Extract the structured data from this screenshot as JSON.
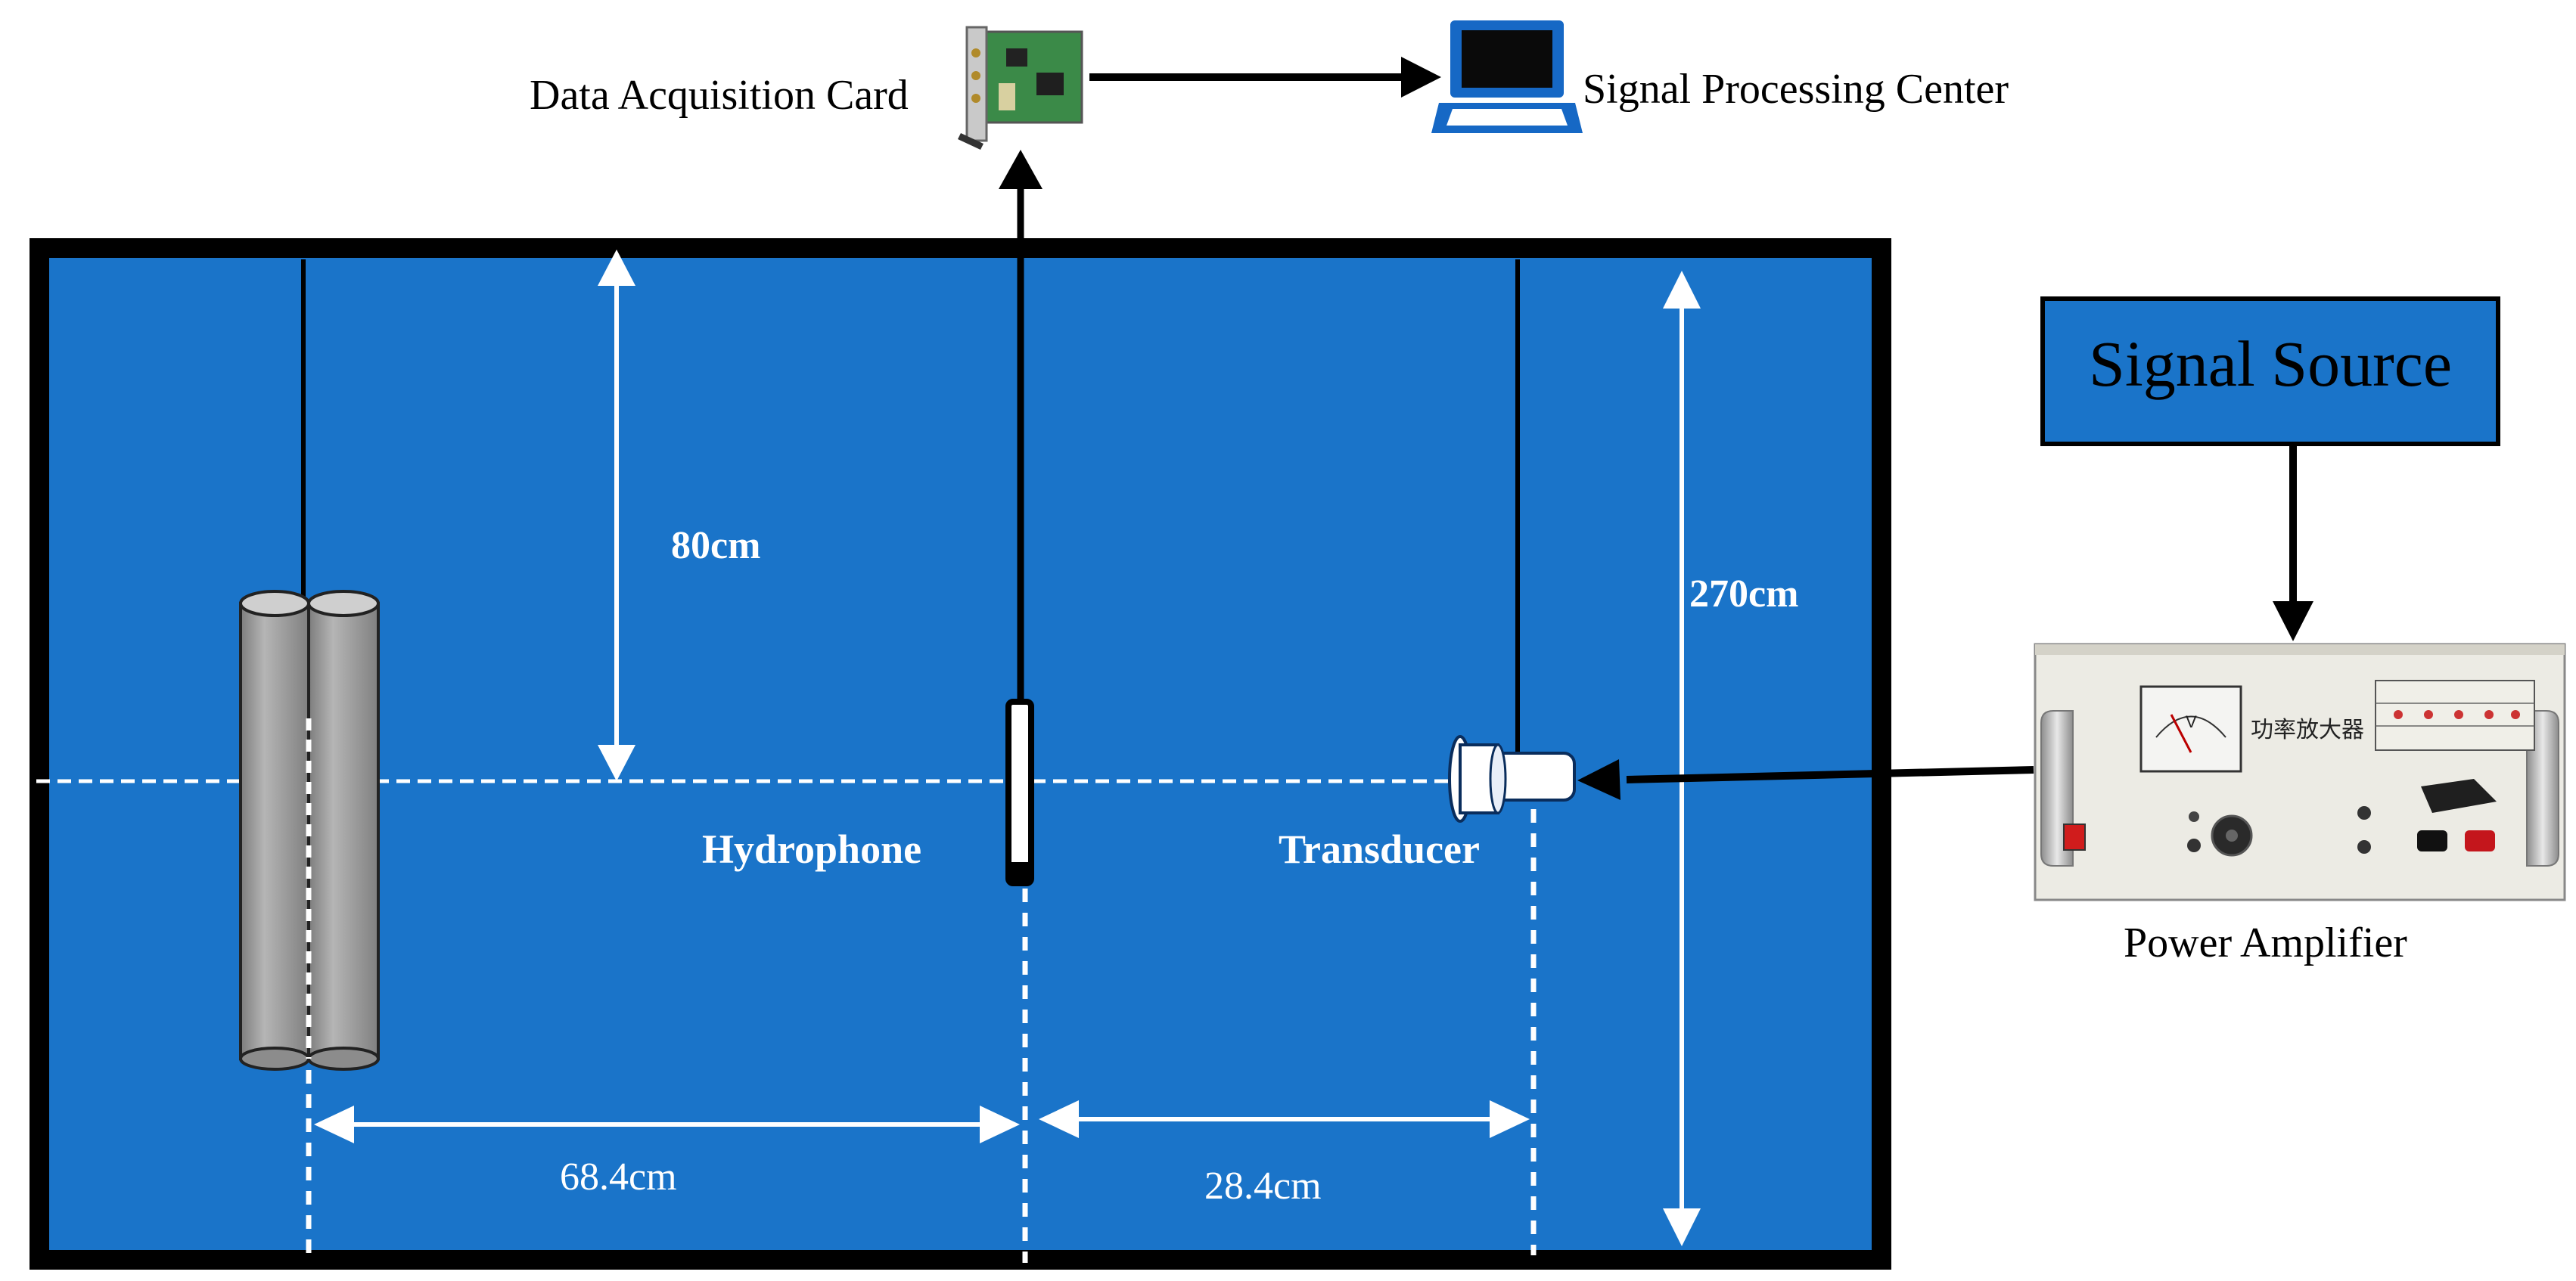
{
  "labels": {
    "data_acquisition_card": "Data Acquisition Card",
    "signal_processing_center": "Signal Processing Center",
    "signal_source": "Signal Source",
    "power_amplifier": "Power Amplifier",
    "hydrophone": "Hydrophone",
    "transducer": "Transducer"
  },
  "dimensions": {
    "depth_to_center": "80cm",
    "tank_depth": "270cm",
    "target_to_hydrophone": "68.4cm",
    "hydrophone_to_transducer": "28.4cm"
  },
  "amplifier_panel": {
    "title_cn": "功率放大器",
    "meter_unit": "V"
  },
  "colors": {
    "water": "#1a74c9",
    "tank_border": "#000000",
    "signal_source_fill": "#1a74c9",
    "cylinder": "#9a9a9a",
    "laptop_screen": "#0a0a0a",
    "laptop_body": "#1668c5",
    "card_pcb": "#2f7a3a",
    "panel_bg": "#ecebe4"
  }
}
